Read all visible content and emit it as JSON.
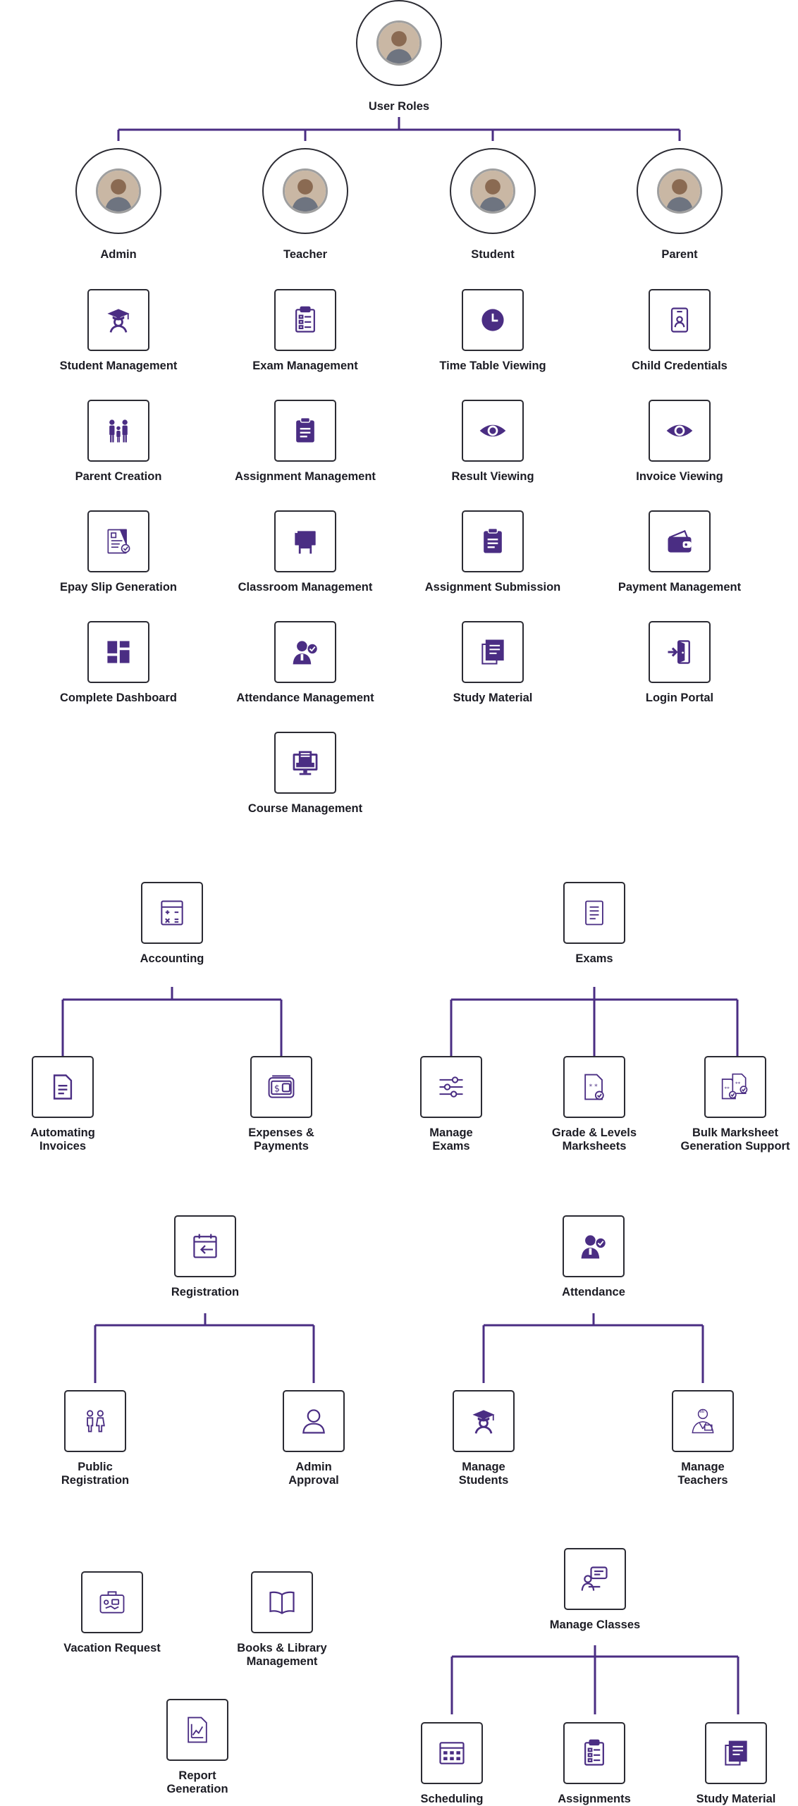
{
  "colors": {
    "accent": "#4a2d83",
    "border": "#2b2b33",
    "text": "#1c1c24"
  },
  "root": {
    "label": "User Roles",
    "avatar": "person-photo"
  },
  "roles": [
    {
      "label": "Admin",
      "avatar": "person-photo",
      "items": [
        {
          "label": "Student Management",
          "icon": "graduate-icon"
        },
        {
          "label": "Parent Creation",
          "icon": "family-icon"
        },
        {
          "label": "Epay Slip Generation",
          "icon": "receipt-icon"
        },
        {
          "label": "Complete Dashboard",
          "icon": "dashboard-icon"
        }
      ]
    },
    {
      "label": "Teacher",
      "avatar": "person-photo",
      "items": [
        {
          "label": "Exam Management",
          "icon": "clipboard-list-icon"
        },
        {
          "label": "Assignment Management",
          "icon": "clipboard-icon"
        },
        {
          "label": "Classroom Management",
          "icon": "easel-icon"
        },
        {
          "label": "Attendance Management",
          "icon": "person-check-icon"
        },
        {
          "label": "Course Management",
          "icon": "monitor-icon"
        }
      ]
    },
    {
      "label": "Student",
      "avatar": "person-photo",
      "items": [
        {
          "label": "Time Table Viewing",
          "icon": "clock-icon"
        },
        {
          "label": "Result Viewing",
          "icon": "eye-icon"
        },
        {
          "label": "Assignment Submission",
          "icon": "clipboard-icon"
        },
        {
          "label": "Study Material",
          "icon": "documents-icon"
        }
      ]
    },
    {
      "label": "Parent",
      "avatar": "person-photo",
      "items": [
        {
          "label": "Child Credentials",
          "icon": "id-badge-icon"
        },
        {
          "label": "Invoice Viewing",
          "icon": "eye-icon"
        },
        {
          "label": "Payment Management",
          "icon": "wallet-icon"
        },
        {
          "label": "Login Portal",
          "icon": "login-icon"
        }
      ]
    }
  ],
  "modules": {
    "accounting": {
      "label": "Accounting",
      "icon": "calculator-icon",
      "children": [
        {
          "label": "Automating\nInvoices",
          "icon": "invoice-icon"
        },
        {
          "label": "Expenses &\nPayments",
          "icon": "payment-icon"
        }
      ]
    },
    "exams": {
      "label": "Exams",
      "icon": "document-icon",
      "children": [
        {
          "label": "Manage\nExams",
          "icon": "sliders-icon"
        },
        {
          "label": "Grade & Levels\nMarksheets",
          "icon": "marksheet-icon"
        },
        {
          "label": "Bulk Marksheet\nGeneration Support",
          "icon": "bulk-marksheet-icon"
        }
      ]
    },
    "registration": {
      "label": "Registration",
      "icon": "calendar-arrow-icon",
      "children": [
        {
          "label": "Public\nRegistration",
          "icon": "people-icon"
        },
        {
          "label": "Admin\nApproval",
          "icon": "user-icon"
        }
      ]
    },
    "attendance": {
      "label": "Attendance",
      "icon": "person-check-icon",
      "children": [
        {
          "label": "Manage\nStudents",
          "icon": "graduate-icon"
        },
        {
          "label": "Manage\nTeachers",
          "icon": "teacher-icon"
        }
      ]
    },
    "misc": [
      {
        "label": "Vacation Request",
        "icon": "suitcase-icon"
      },
      {
        "label": "Books & Library\nManagement",
        "icon": "book-icon"
      },
      {
        "label": "Report\nGeneration",
        "icon": "chart-doc-icon"
      }
    ],
    "classes": {
      "label": "Manage Classes",
      "icon": "presenter-icon",
      "children": [
        {
          "label": "Scheduling",
          "icon": "calendar-grid-icon"
        },
        {
          "label": "Assignments",
          "icon": "clipboard-list-icon"
        },
        {
          "label": "Study Material",
          "icon": "documents-icon"
        }
      ]
    }
  }
}
